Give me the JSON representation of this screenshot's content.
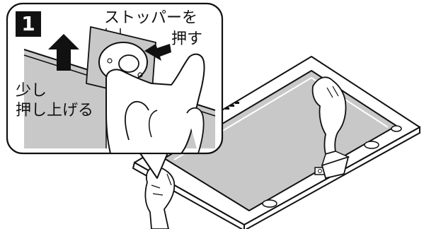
{
  "step": {
    "number": "1"
  },
  "callouts": {
    "stopper_line1": "ストッパーを",
    "stopper_line2": "押す",
    "lift_line1": "少し",
    "lift_line2": "押し上げる"
  },
  "icons": {
    "step": "step-number-badge",
    "up_arrow": "up-arrow-icon",
    "press_arrow": "press-arrow-icon"
  },
  "colors": {
    "panel_gray": "#c8c8c8",
    "outline": "#111111",
    "background": "#ffffff"
  }
}
